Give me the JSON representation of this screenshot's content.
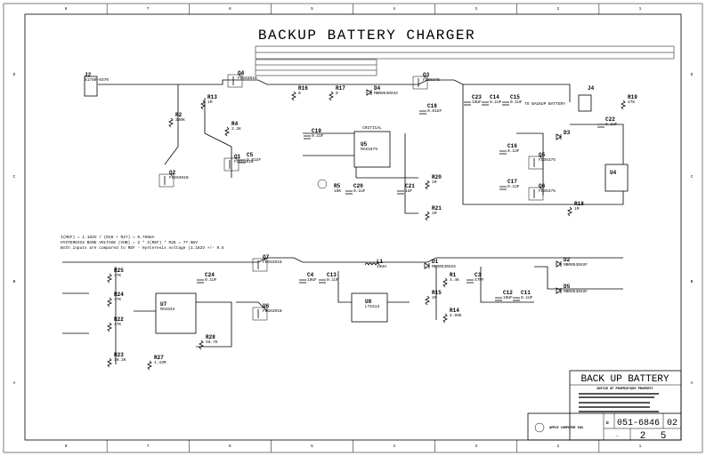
{
  "title": "BACKUP BATTERY CHARGER",
  "border": {
    "columns": [
      "8",
      "7",
      "6",
      "5",
      "4",
      "3",
      "2",
      "1"
    ],
    "rows": [
      "D",
      "C",
      "B",
      "A"
    ]
  },
  "notes": [
    "I(REF) = 1.182V / (R28 + R27) = 0.799UA",
    "HYSTERESIS BAND VOLTAGE (VHB) = 2 * I(REF) * R28 = 77.9mV",
    "Both inputs are compared to REF - Hysteresis voltage (1.182V +/- 0.5"
  ],
  "critical_label": "CRITICAL",
  "battery_label": "TO BACKUP BATTERY",
  "components": [
    {
      "ref": "J2",
      "value": "51780-0370"
    },
    {
      "ref": "R13",
      "value": "1M"
    },
    {
      "ref": "R2",
      "value": "330K"
    },
    {
      "ref": "R4",
      "value": "2.2K"
    },
    {
      "ref": "Q4",
      "value": "FDG6301N"
    },
    {
      "ref": "Q1",
      "value": "FDG6301N"
    },
    {
      "ref": "C5",
      "value": "0.01UF"
    },
    {
      "ref": "Q2",
      "value": "FDG6301N"
    },
    {
      "ref": "R16",
      "value": "0"
    },
    {
      "ref": "R17",
      "value": "0"
    },
    {
      "ref": "D4",
      "value": "MBR0530XXX"
    },
    {
      "ref": "Q3",
      "value": "FDS6375"
    },
    {
      "ref": "C18",
      "value": "0.01UF"
    },
    {
      "ref": "C19",
      "value": "0.1UF"
    },
    {
      "ref": "U5",
      "value": "MAX1679"
    },
    {
      "ref": "R5",
      "value": "10K"
    },
    {
      "ref": "C20",
      "value": "0.1UF"
    },
    {
      "ref": "C21",
      "value": "1UF"
    },
    {
      "ref": "R20",
      "value": "1M"
    },
    {
      "ref": "R21",
      "value": "1M"
    },
    {
      "ref": "C23",
      "value": "10UF"
    },
    {
      "ref": "C14",
      "value": "0.1UF"
    },
    {
      "ref": "C15",
      "value": "0.1UF"
    },
    {
      "ref": "J4",
      "value": ""
    },
    {
      "ref": "R19",
      "value": "47K"
    },
    {
      "ref": "C22",
      "value": "0.1UF"
    },
    {
      "ref": "C16",
      "value": "0.1UF"
    },
    {
      "ref": "D3",
      "value": ""
    },
    {
      "ref": "Q5",
      "value": "FDS6375"
    },
    {
      "ref": "U4",
      "value": ""
    },
    {
      "ref": "C17",
      "value": "0.1UF"
    },
    {
      "ref": "Q6",
      "value": "FDS6375"
    },
    {
      "ref": "R18",
      "value": "1M"
    },
    {
      "ref": "R25",
      "value": "47K"
    },
    {
      "ref": "R24",
      "value": "47K"
    },
    {
      "ref": "R22",
      "value": "47K"
    },
    {
      "ref": "R23",
      "value": "10.2K"
    },
    {
      "ref": "C24",
      "value": "0.1UF"
    },
    {
      "ref": "U7",
      "value": "MAX933"
    },
    {
      "ref": "R28",
      "value": "48.7K"
    },
    {
      "ref": "R27",
      "value": "1.43M"
    },
    {
      "ref": "Q7",
      "value": "FDG6301N"
    },
    {
      "ref": "U6",
      "value": "FDG6301N"
    },
    {
      "ref": "C4",
      "value": "10UF"
    },
    {
      "ref": "C13",
      "value": "0.1UF"
    },
    {
      "ref": "L1",
      "value": "10UH"
    },
    {
      "ref": "U8",
      "value": "LT1613"
    },
    {
      "ref": "D1",
      "value": "MBR0530XXX"
    },
    {
      "ref": "R1",
      "value": "4.4K"
    },
    {
      "ref": "C3",
      "value": "47PF"
    },
    {
      "ref": "R15",
      "value": "1M"
    },
    {
      "ref": "R14",
      "value": "4.99K"
    },
    {
      "ref": "C12",
      "value": "10UF"
    },
    {
      "ref": "C11",
      "value": "0.1UF"
    },
    {
      "ref": "D2",
      "value": "MBR0530XXF"
    },
    {
      "ref": "D5",
      "value": "MBR0530XXF"
    }
  ],
  "title_block": {
    "title": "BACK UP BATTERY",
    "notice": "NOTICE OF PROPRIETARY PROPERTY",
    "company": "APPLE COMPUTER INC.",
    "size": "D",
    "drawing_number": "051-6846",
    "revision": "02",
    "sheet": "2",
    "of": "5",
    "scale": "—"
  }
}
